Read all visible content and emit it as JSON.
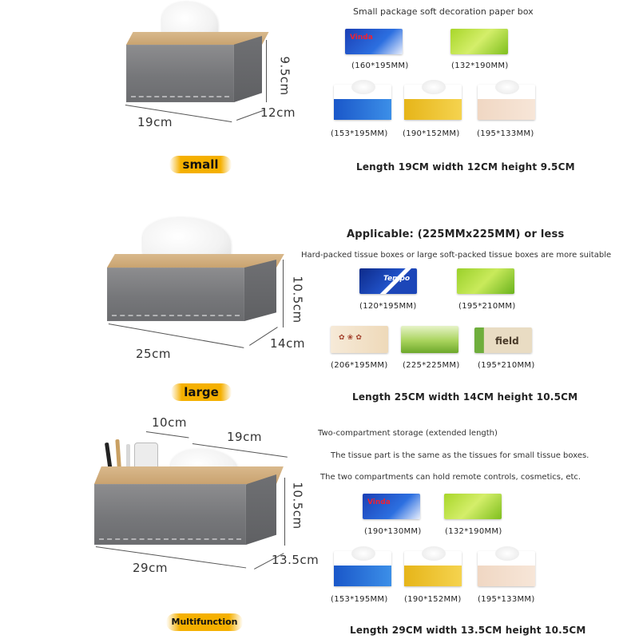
{
  "colors": {
    "accent_pill": "#f5b000",
    "box_fabric": "#7a7b7e",
    "box_lid": "#d2ae7c"
  },
  "small": {
    "dims": {
      "length": "19cm",
      "width": "12cm",
      "height": "9.5cm"
    },
    "pill": "small",
    "heading": "Small package soft decoration paper box",
    "spec": "Length 19CM width 12CM height 9.5CM",
    "packages": [
      {
        "caption": "(160*195MM)",
        "icon": "blue-tissue-pack"
      },
      {
        "caption": "(132*190MM)",
        "icon": "green-tissue-pack"
      },
      {
        "caption": "(153*195MM)",
        "icon": "blue-soft-pack"
      },
      {
        "caption": "(190*152MM)",
        "icon": "yellow-soft-pack"
      },
      {
        "caption": "(195*133MM)",
        "icon": "peach-soft-pack"
      }
    ]
  },
  "large": {
    "dims": {
      "length": "25cm",
      "width": "14cm",
      "height": "10.5cm"
    },
    "pill": "large",
    "heading": "Applicable: (225MMx225MM) or less",
    "subheading": "Hard-packed tissue boxes or large soft-packed tissue boxes are more suitable",
    "spec": "Length 25CM width 14CM height 10.5CM",
    "packages": [
      {
        "caption": "(120*195MM)",
        "icon": "tempo-box",
        "label": "Tempo"
      },
      {
        "caption": "(195*210MM)",
        "icon": "green-box"
      },
      {
        "caption": "(206*195MM)",
        "icon": "floral-box"
      },
      {
        "caption": "(225*225MM)",
        "icon": "leaf-box"
      },
      {
        "caption": "(195*210MM)",
        "icon": "field-box",
        "label": "field"
      }
    ]
  },
  "multi": {
    "dims": {
      "compartment": "10cm",
      "tissue_part": "19cm",
      "length": "29cm",
      "width": "13.5cm",
      "height": "10.5cm"
    },
    "pill": "Multifunction",
    "notes": [
      "Two-compartment storage (extended length)",
      "The tissue part is the same as the tissues for small tissue boxes.",
      "The two compartments can hold remote controls, cosmetics, etc."
    ],
    "spec": "Length 29CM width 13.5CM height 10.5CM",
    "packages": [
      {
        "caption": "(190*130MM)",
        "icon": "blue-tissue-pack"
      },
      {
        "caption": "(132*190MM)",
        "icon": "green-tissue-pack"
      },
      {
        "caption": "(153*195MM)",
        "icon": "blue-soft-pack"
      },
      {
        "caption": "(190*152MM)",
        "icon": "yellow-soft-pack"
      },
      {
        "caption": "(195*133MM)",
        "icon": "peach-soft-pack"
      }
    ]
  }
}
